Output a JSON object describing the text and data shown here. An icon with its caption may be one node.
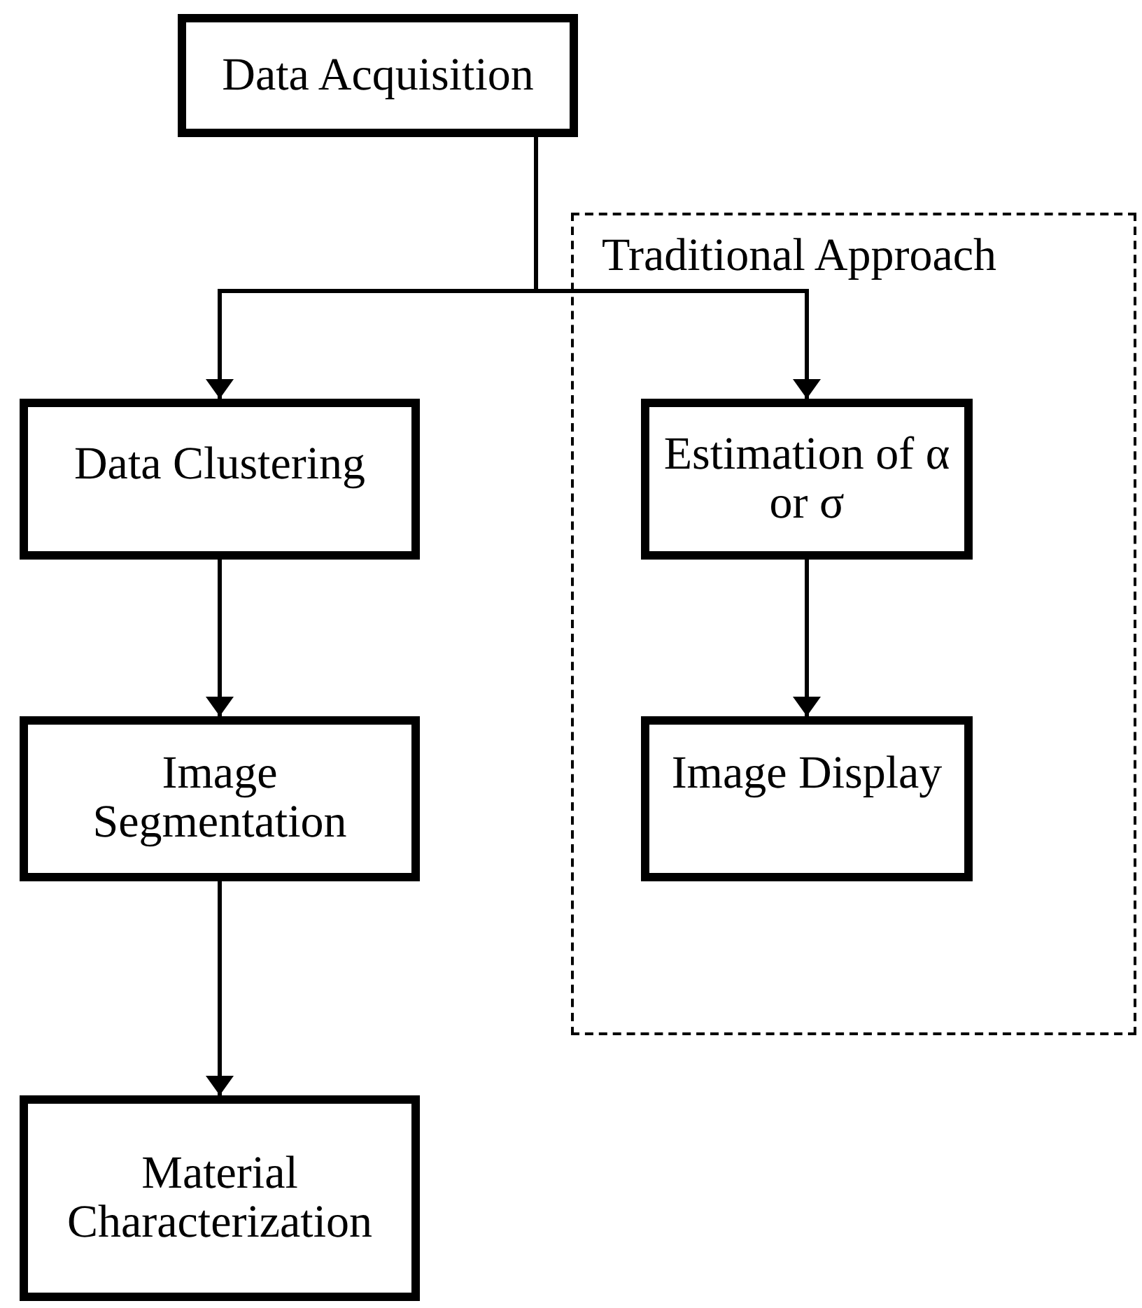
{
  "diagram": {
    "nodes": [
      {
        "text": [
          "Data Acquisition"
        ]
      },
      {
        "text": [
          "Traditional Approach"
        ]
      },
      {
        "text": [
          "Data Clustering"
        ]
      },
      {
        "text": [
          "Estimation of α or σ"
        ],
        "in": 1
      },
      {
        "text": [
          "Image Segmentation"
        ]
      },
      {
        "text": [
          "Image Display"
        ],
        "in": 1
      },
      {
        "text": [
          "Material Characterization"
        ]
      }
    ],
    "edges": [
      {
        "from": 0,
        "to": 2,
        "arrow": "to"
      },
      {
        "from": 0,
        "to": 3,
        "arrow": "to"
      },
      {
        "from": 2,
        "to": 4,
        "arrow": "to"
      },
      {
        "from": 3,
        "to": 5,
        "arrow": "to"
      },
      {
        "from": 4,
        "to": 6,
        "arrow": "to"
      }
    ]
  }
}
